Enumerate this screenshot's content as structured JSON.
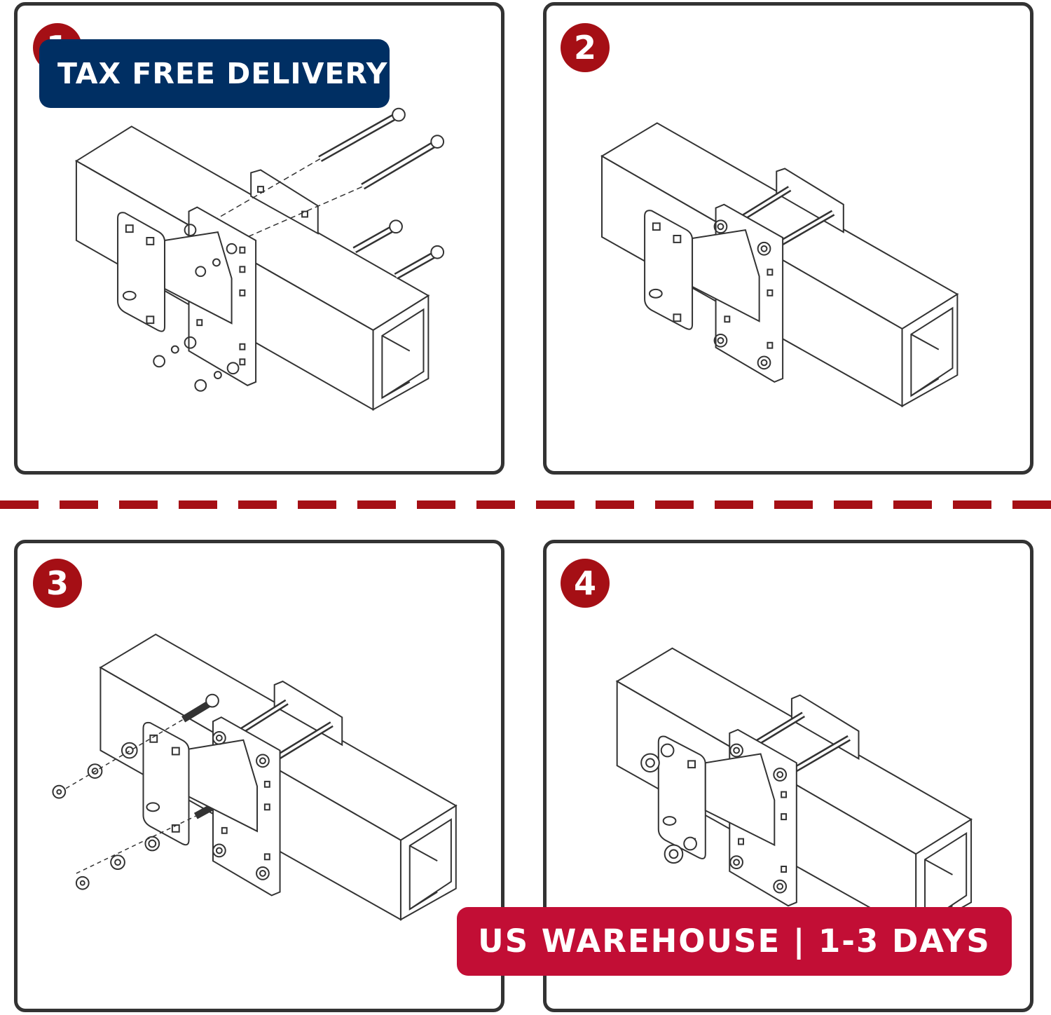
{
  "steps": [
    {
      "number": "1"
    },
    {
      "number": "2"
    },
    {
      "number": "3"
    },
    {
      "number": "4"
    }
  ],
  "banners": {
    "tax_free": "TAX FREE DELIVERY",
    "us_warehouse": "US WAREHOUSE | 1-3 DAYS"
  },
  "colors": {
    "step_badge": "#a50f15",
    "divider": "#a50f15",
    "tax_banner": "#002f63",
    "us_banner": "#c20e35",
    "panel_border": "#333333"
  }
}
